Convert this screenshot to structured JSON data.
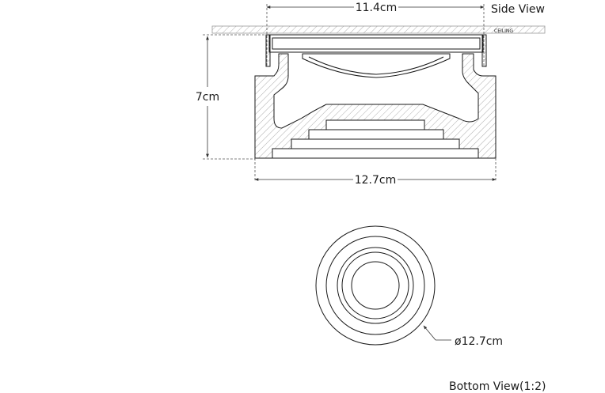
{
  "side_view": {
    "title": "Side View",
    "width_label": "11.4cm",
    "height_label": "7cm",
    "base_width_label": "12.7cm",
    "ceiling_label": "CEILING"
  },
  "bottom_view": {
    "title": "Bottom View(1:2)",
    "diameter_label": "ø12.7cm"
  },
  "colors": {
    "line": "#1a1a1a",
    "hatch": "#9a9a9a",
    "dim_line": "#333333"
  }
}
